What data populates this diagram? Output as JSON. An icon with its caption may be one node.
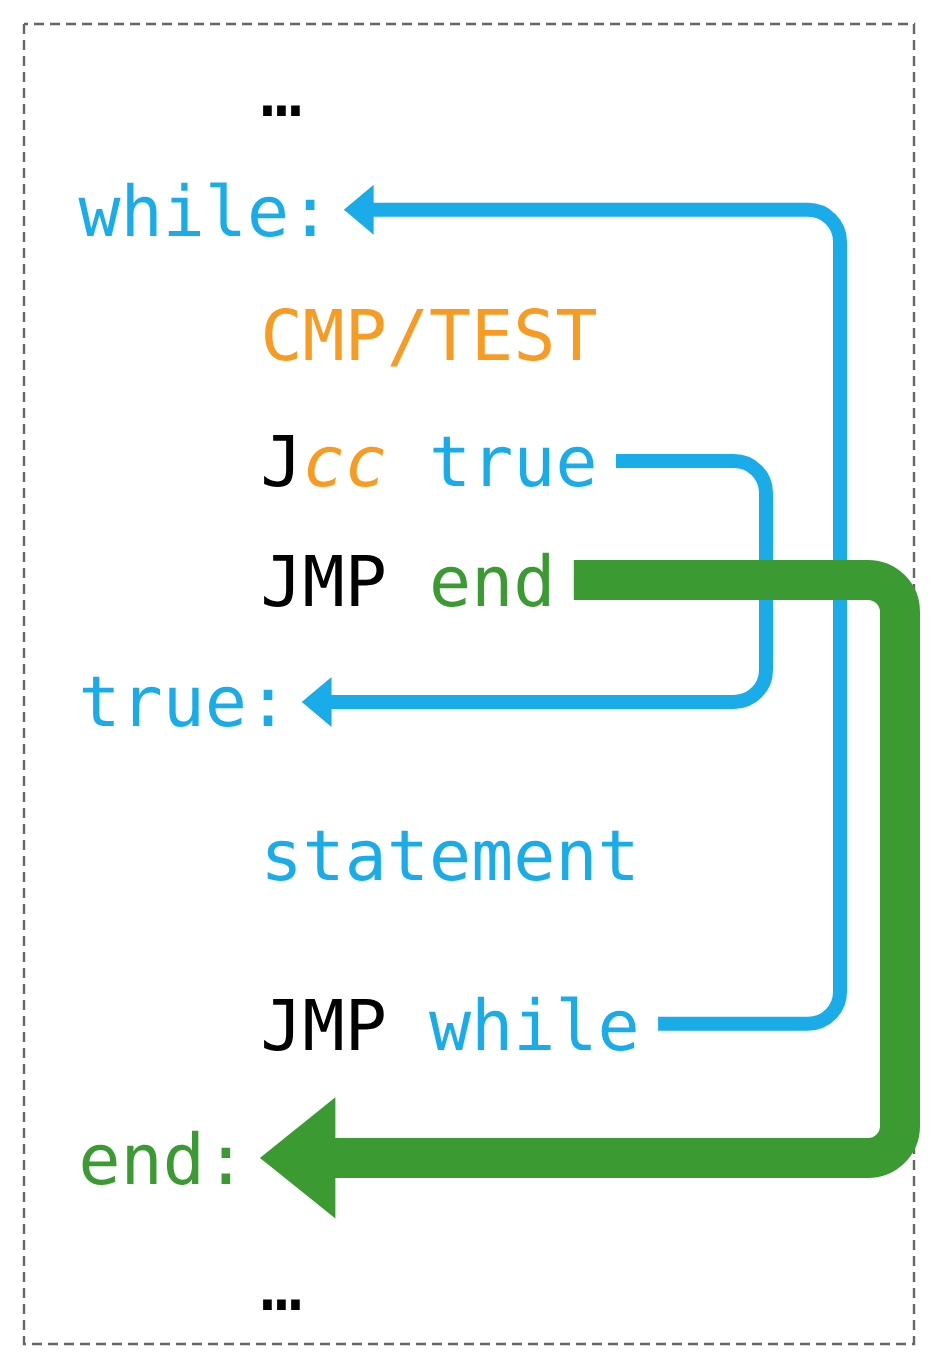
{
  "diagram": {
    "nodes": [
      {
        "text": [
          "while:"
        ]
      },
      {
        "text": [
          "J",
          "cc",
          "true"
        ]
      },
      {
        "text": [
          "JMP",
          "end"
        ]
      },
      {
        "text": [
          "true:"
        ]
      },
      {
        "text": [
          "JMP",
          "while"
        ]
      },
      {
        "text": [
          "end:"
        ]
      }
    ],
    "edges": [
      {
        "from": 1,
        "to": 3,
        "arrow": "to"
      },
      {
        "from": 4,
        "to": 0,
        "arrow": "to"
      },
      {
        "from": 2,
        "to": 5,
        "arrow": "to",
        "style": "thick",
        "color": "#3b9a32"
      }
    ],
    "labels": [
      "…",
      "CMP/TEST",
      "statement",
      "…"
    ]
  }
}
